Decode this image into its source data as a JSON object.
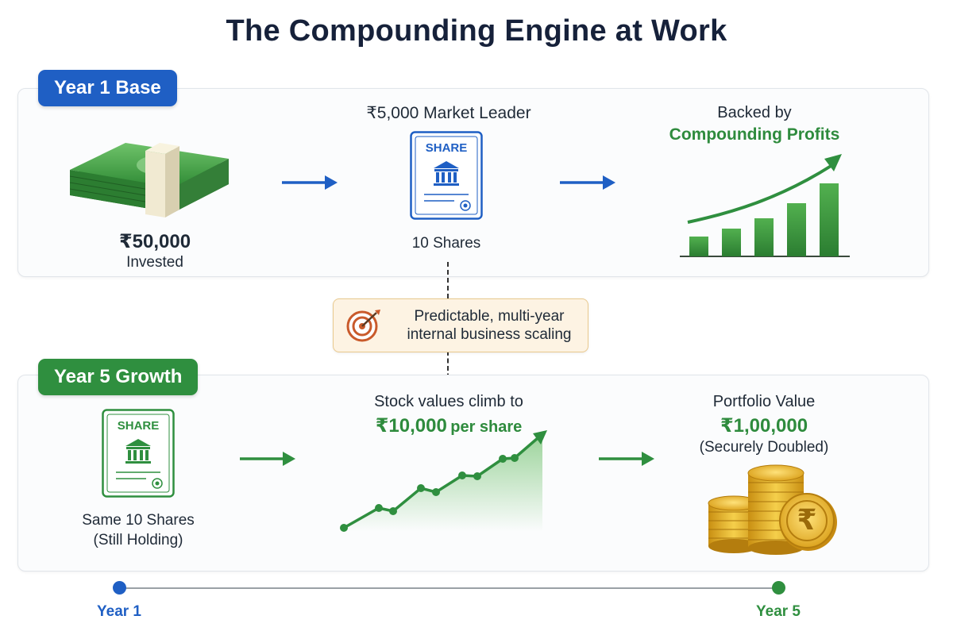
{
  "title": "The Compounding Engine at Work",
  "year1": {
    "badge": "Year 1 Base",
    "invested_amount": "₹50,000",
    "invested_label": "Invested",
    "market_leader": "₹5,000 Market Leader",
    "certificate_label": "SHARE",
    "shares_label": "10 Shares",
    "backed_line1": "Backed by",
    "backed_line2": "Compounding Profits"
  },
  "callout": {
    "line1": "Predictable, multi-year",
    "line2": "internal business scaling"
  },
  "year5": {
    "badge": "Year 5 Growth",
    "certificate_label": "SHARE",
    "same_shares_line1": "Same 10 Shares",
    "same_shares_line2": "(Still Holding)",
    "climb_line1": "Stock values climb to",
    "climb_price": "₹10,000",
    "climb_unit": "per share",
    "portfolio_label": "Portfolio Value",
    "portfolio_amount": "₹1,00,000",
    "portfolio_note": "(Securely Doubled)",
    "coin_symbol": "₹"
  },
  "timeline": {
    "start": "Year 1",
    "end": "Year 5"
  },
  "colors": {
    "blue": "#1f5fc4",
    "green": "#2f8f3f",
    "callout_bg": "#fdf3e3",
    "gold": "#e8b62c"
  },
  "icons": {
    "cash": "cash-stack-icon",
    "share": "share-certificate-icon",
    "growth": "growth-bar-chart-icon",
    "target": "target-icon",
    "line": "rising-line-chart-icon",
    "coins": "rupee-coin-stack-icon"
  }
}
